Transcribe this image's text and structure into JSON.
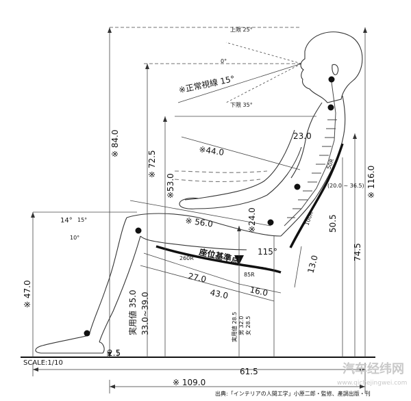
{
  "diagram": {
    "scale_label": "SCALE:1/10",
    "labels": {
      "upper_view": "上限 25°",
      "eye_angle": "0°",
      "lower_view": "下限 35°",
      "normal_sight": "※正常視線 15°",
      "angle_14": "14°",
      "angle_15": "15°",
      "angle_10": "10°",
      "angle_115": "115°",
      "seat_ref": "座位基準点",
      "r260": "260R",
      "r85": "85R",
      "r50": "50R",
      "r100": "100R",
      "spine_range": "(20.0 ~ 36.5)",
      "actual_value": "実用値 35.0",
      "actual_range": "33.0~39.0",
      "actual_285": "実用値 28.5",
      "male_320": "男 32.0",
      "female_285": "女 28.5",
      "source": "出典:「インテリアの人間工学」小原二郎・監修、產調出版・刊"
    },
    "dims": {
      "d84": "※ 84.0",
      "d725": "※ 72.5",
      "d53": "※53.0",
      "d44": "※44.0",
      "d23": "23.0",
      "d56": "※ 56.0",
      "d24": "※24.0",
      "d505": "50.5",
      "d116": "※ 116.0",
      "d745": "74.5",
      "d13": "13.0",
      "d27": "27.0",
      "d43": "43.0",
      "d16": "16.0",
      "d47": "※ 47.0",
      "d25": "2.5",
      "d615": "61.5",
      "d109": "※ 109.0"
    }
  },
  "watermark": {
    "brand": "汽车经纬网",
    "url": "www.qichejingwei.com"
  }
}
